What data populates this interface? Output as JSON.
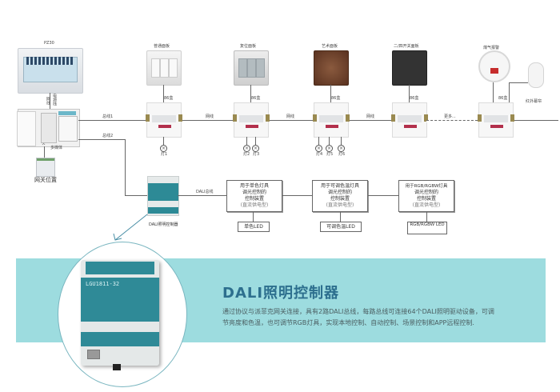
{
  "diagram": {
    "distribution_box_label": "PZ30",
    "cable_labels": {
      "network": "网线",
      "power": "电源线"
    },
    "multimedia_box_label": "多媒体",
    "gateway_label": "网关位置",
    "bus_labels": [
      "总线1",
      "总线2"
    ],
    "panels": [
      {
        "label": "普通面板",
        "box_label": "86盒",
        "lamps": [
          "灯1"
        ]
      },
      {
        "label": "复位面板",
        "box_label": "86盒",
        "lamps": [
          "灯2",
          "灯3"
        ]
      },
      {
        "label": "艺术面板",
        "box_label": "86盒",
        "lamps": [
          "灯4",
          "灯5",
          "灯6"
        ]
      },
      {
        "label": "二/四开关面板",
        "box_label": "86盒",
        "lamps": []
      },
      {
        "label": "煤气报警",
        "box_label": "86盒",
        "lamps": []
      }
    ],
    "pir_label": "红外幕帘",
    "link_labels": [
      "网线",
      "网线",
      "网线"
    ],
    "more_label": "更多...",
    "dali_controller_label": "DALI照明控制器",
    "dali_bus_label": "DALI总线",
    "drivers": [
      {
        "line1": "用于单色灯具",
        "line2": "调光控制的",
        "line3": "控制装置",
        "line4": "(直流供电型)",
        "led": "单色LED"
      },
      {
        "line1": "用于可调色温灯具",
        "line2": "调光控制的",
        "line3": "控制装置",
        "line4": "(直流供电型)",
        "led": "可调色温LED"
      },
      {
        "line1": "用于RGB/RGBW灯具",
        "line2": "调光控制的",
        "line3": "控制装置",
        "line4": "(直流供电型)",
        "led": "RGB/RGBW LED"
      }
    ]
  },
  "product": {
    "model": "LGU1811-32",
    "title": "DALI照明控制器",
    "description": "通过协议与派菲克网关连接，具有2路DALI总线，每路总线可连接64个DALI照明驱动设备，可调节亮度和色温，也可调节RGB灯具，实现本地控制、自动控制、场景控制和APP远程控制."
  },
  "colors": {
    "band": "#9ddcdf",
    "title": "#2d6f8e",
    "device": "#2f8a97"
  }
}
